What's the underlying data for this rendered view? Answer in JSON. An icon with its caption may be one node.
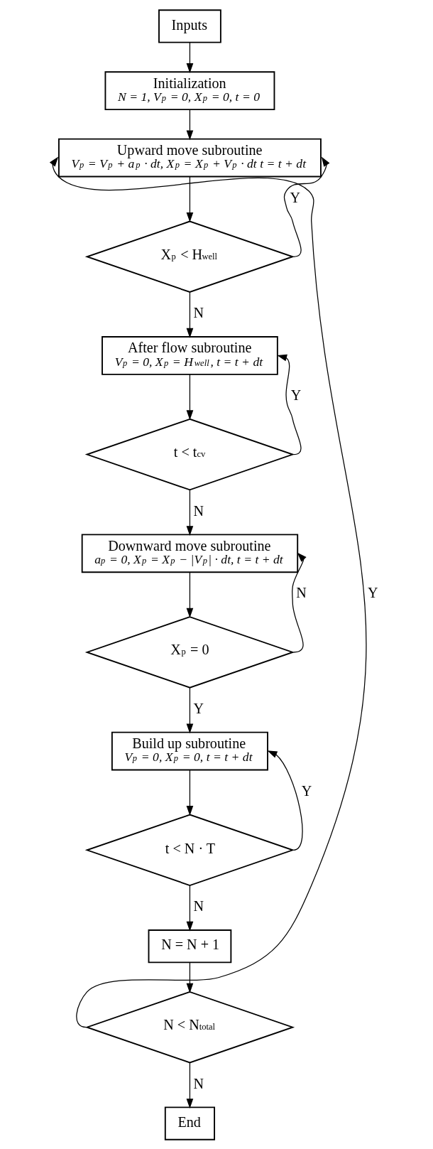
{
  "diagram": {
    "nodes": [
      {
        "text": [
          "Inputs"
        ]
      },
      {
        "text": [
          "Initialization",
          "N = 1, V$_{p}$ = 0, X$_{p}$ = 0, t = 0"
        ]
      },
      {
        "text": [
          "Upward move subroutine",
          "V$_{p}$ = V$_{p}$ + a$_{p}$ · dt, X$_{p}$ = X$_{p}$ + V$_{p}$ · dt t = t + dt"
        ]
      },
      {
        "text": [
          "X$_{p}$ < H$_{well}$"
        ]
      },
      {
        "text": [
          "After flow subroutine",
          "V$_{p}$ = 0, X$_{p}$ = H$_{well}$, t = t + dt"
        ]
      },
      {
        "text": [
          "t < t$_{cv}$"
        ]
      },
      {
        "text": [
          "Downward move subroutine",
          "a$_{p}$ = 0, X$_{p}$ = X$_{p}$ − |V$_{p}$| · dt, t = t + dt"
        ]
      },
      {
        "text": [
          "X$_{p}$ = 0"
        ]
      },
      {
        "text": [
          "Build up subroutine",
          "V$_{p}$ = 0, X$_{p}$ = 0, t = t + dt"
        ]
      },
      {
        "text": [
          "t < N · T"
        ]
      },
      {
        "text": [
          "N = N + 1"
        ]
      },
      {
        "text": [
          "N < N$_{total}$"
        ]
      },
      {
        "text": [
          "End"
        ]
      }
    ],
    "edges": [
      {
        "from": 0,
        "to": 1,
        "arrow": "to"
      },
      {
        "from": 1,
        "to": 2,
        "arrow": "to"
      },
      {
        "from": 2,
        "to": 3,
        "arrow": "to"
      },
      {
        "from": 3,
        "to": 2,
        "label": "Y",
        "arrow": "to"
      },
      {
        "from": 3,
        "to": 4,
        "label": "N",
        "arrow": "to"
      },
      {
        "from": 4,
        "to": 5,
        "arrow": "to"
      },
      {
        "from": 5,
        "to": 4,
        "label": "Y",
        "arrow": "to"
      },
      {
        "from": 5,
        "to": 6,
        "label": "N",
        "arrow": "to"
      },
      {
        "from": 6,
        "to": 7,
        "arrow": "to"
      },
      {
        "from": 7,
        "to": 6,
        "label": "N",
        "arrow": "to"
      },
      {
        "from": 7,
        "to": 8,
        "label": "Y",
        "arrow": "to"
      },
      {
        "from": 8,
        "to": 9,
        "arrow": "to"
      },
      {
        "from": 9,
        "to": 8,
        "label": "Y",
        "arrow": "to"
      },
      {
        "from": 9,
        "to": 10,
        "label": "N",
        "arrow": "to"
      },
      {
        "from": 10,
        "to": 11,
        "arrow": "to"
      },
      {
        "from": 11,
        "to": 2,
        "label": "Y",
        "arrow": "to"
      },
      {
        "from": 11,
        "to": 12,
        "label": "N",
        "arrow": "to"
      }
    ]
  }
}
